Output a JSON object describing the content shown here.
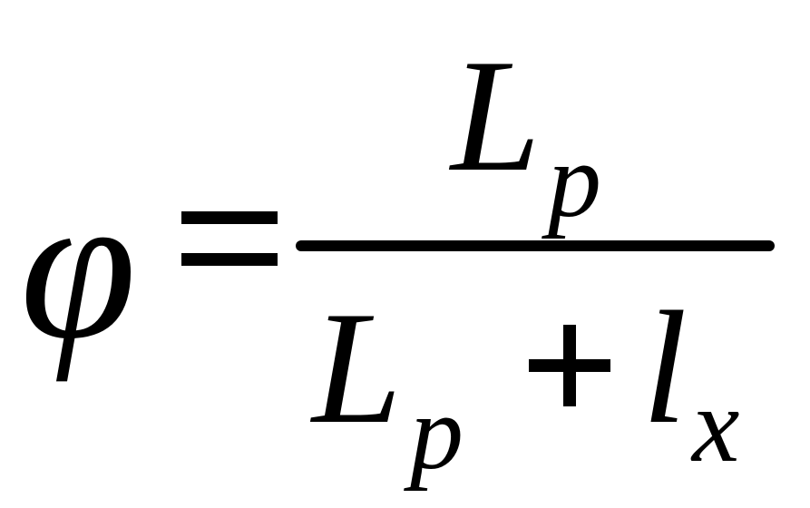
{
  "formula": {
    "lhs": "φ",
    "numerator": {
      "symbol": "L",
      "subscript": "p"
    },
    "denominator": {
      "term1": {
        "symbol": "L",
        "subscript": "p"
      },
      "term2": {
        "symbol": "l",
        "subscript": "x"
      }
    }
  }
}
